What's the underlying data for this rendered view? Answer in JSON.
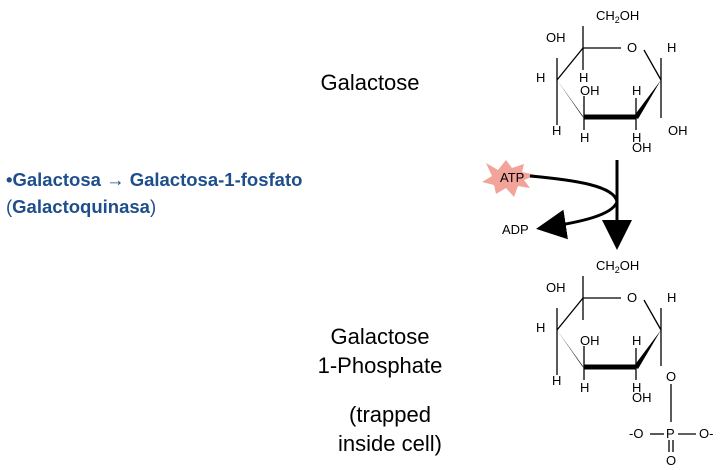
{
  "labels": {
    "galactose": "Galactose",
    "g1p_line1": "Galactose",
    "g1p_line2": "1-Phosphate",
    "trapped_line1": "(trapped",
    "trapped_line2": "inside cell)"
  },
  "reaction": {
    "bullet": "•",
    "text": "Galactosa → Galactosa-1-fosfato",
    "open_paren": "(",
    "enzyme": "Galactoquinasa",
    "close_paren": ")"
  },
  "cofactors": {
    "atp": "ATP",
    "adp": "ADP"
  },
  "structure_top": {
    "ch2oh": "CH",
    "ch2oh_sub": "2",
    "ch2oh_end": "OH",
    "oh_c4": "OH",
    "o_ring": "O",
    "h_c5": "H",
    "h_c1_top": "H",
    "h_c4": "H",
    "oh_c3": "OH",
    "h_c2": "H",
    "h_c3": "H",
    "oh_c1": "OH",
    "h_c3_low": "H",
    "h_c2_low": "H",
    "oh_c2": "OH"
  },
  "structure_bottom": {
    "ch2oh": "CH",
    "ch2oh_sub": "2",
    "ch2oh_end": "OH",
    "oh_c4": "OH",
    "o_ring": "O",
    "h_c1_top": "H",
    "h_c4": "H",
    "oh_c3": "OH",
    "h_c2": "H",
    "h_c3": "H",
    "o_link": "O",
    "h_c3_low": "H",
    "h_c2_low": "H",
    "oh_c2": "OH",
    "o_minus_left": "-O",
    "p": "P",
    "o_minus_right": "O-",
    "o_double": "O"
  },
  "colors": {
    "reaction_text": "#1f4e8c",
    "atp_burst": "#f2a39a"
  }
}
